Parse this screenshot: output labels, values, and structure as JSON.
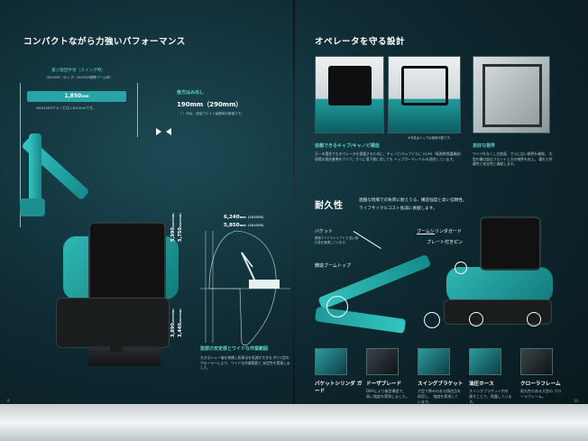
{
  "left": {
    "title": "コンパクトながら力強いパフォーマンス",
    "min_swing": {
      "label": "最小旋回半径（スイング時）",
      "note": "［SK35SR（タップ）/SK35SR標準アーム時］",
      "value": "1,850",
      "unit": "mm",
      "footnote": "※SK45SRキャノピは1,810mmです。"
    },
    "rear_overhang": {
      "label": "後方はみ出し",
      "value": "190mm（290mm）",
      "note": "（ ）内は、追加ウエイト装着時の数値です。"
    },
    "dims": {
      "d1": "6,240",
      "d1_model": "(SK55SR)",
      "d2": "5,850",
      "d2_model": "(SK45SR)",
      "v1": "5,990",
      "v1_model": "(SK55SR)",
      "v2": "5,750",
      "v2_model": "(SK45SR)",
      "v3": "3,890",
      "v3_model": "(SK55SR)",
      "v4": "3,440",
      "v4_model": "(SK45SR)",
      "unit": "mm"
    },
    "range": {
      "title": "抜群の安定感とワイドな作業範囲",
      "desc": "大きなシュー幅を装備し駐車出を低減が大きな 作り1型のクローラーにより、ワイドな作業範囲と 安定性を実現しました。"
    },
    "page_number": "9"
  },
  "right": {
    "title": "オペレータを守る設計",
    "cab": {
      "title": "信頼できるキャブ/キャノピ構造",
      "desc": "万一の場合でもオペレータを保護するために、キャノピ/キャブともに ROPS（転倒時保護構造）現場の適合基準をクリア。さらに落下物に対しても トップガードレベルⅠを適合しています。",
      "photo_note": "※写真はトップは使用可能です。"
    },
    "visibility": {
      "title": "良好な視界",
      "desc": "ワイパをなくし左前面、さらに広い視界を確保。 大型の開口部はフロント上方の視界を向上。 優れた作業性と安全性に貢献します。"
    },
    "durability": {
      "title": "耐久性",
      "desc1": "過酷な現場での負荷に耐えうる、構造強度と高い信頼性。",
      "desc2": "ライフサイクルコスト低減に貢献します。"
    },
    "callouts": {
      "bucket": "バケット",
      "bucket_desc": "鋳造アイドラシャフトで 高い耐久性を実現しています。",
      "boom_cylinder_guard": "ブームシリンダガード",
      "plate_pin": "プレート付きピン",
      "cast_boom_top": "鋳造ブームトップ"
    },
    "features": [
      {
        "label": "バケットシリンダ ガード",
        "desc": ""
      },
      {
        "label": "ドーザブレード",
        "desc": "DBAにより箱型構造で、 高い強度を実現しました。"
      },
      {
        "label": "スイングブラケット",
        "desc": "大型で厚みのある鋳造品を採用し、 強度を実現しています。"
      },
      {
        "label": "油圧ホース",
        "desc": "スイングブラケット内を 通すことで、保護しています。"
      },
      {
        "label": "クローラフレーム",
        "desc": "耐久性のある大型の クローラフレーム。"
      }
    ],
    "page_number": "10"
  },
  "colors": {
    "accent": "#2aa3a6",
    "brand": "#1f9c9d",
    "background": "#0f2b33"
  }
}
